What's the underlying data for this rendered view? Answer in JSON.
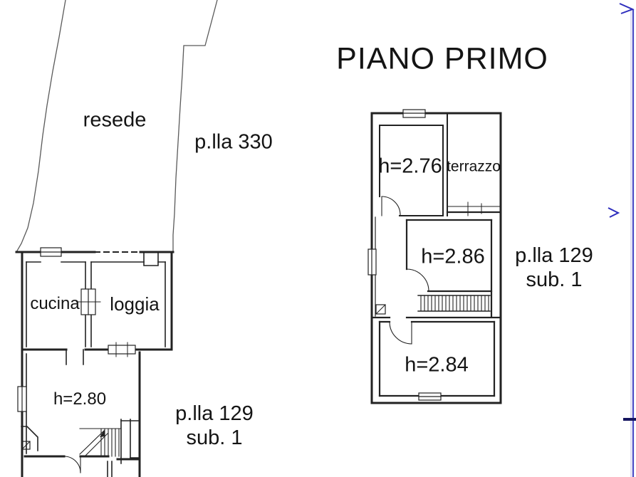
{
  "page": {
    "title": "PIANO PRIMO"
  },
  "left_plan": {
    "courtyard_label": "resede",
    "parcel_330_label": "p.lla 330",
    "room_labels": {
      "kitchen": "cucina",
      "loggia": "loggia",
      "height": "h=2.80"
    },
    "parcel_129": {
      "line1": "p.lla 129",
      "line2": "sub. 1"
    }
  },
  "right_plan": {
    "room_labels": {
      "room_top_height": "h=2.76",
      "terrace": "terrazzo",
      "room_mid_height": "h=2.86",
      "room_bottom_height": "h=2.84"
    },
    "parcel_129": {
      "line1": "p.lla 129",
      "line2": "sub. 1"
    }
  },
  "colors": {
    "walls": "#222222",
    "boundary": "#5a5a5a",
    "artifact_blue": "#4a4ac5",
    "artifact_dark": "#15155f"
  }
}
